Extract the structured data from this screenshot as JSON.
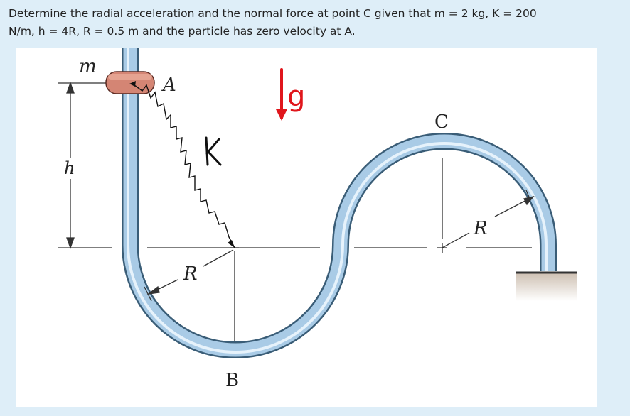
{
  "question": {
    "line1": "Determine the radial acceleration and the normal force at point C given that m = 2 kg, K = 200",
    "line2": "N/m, h = 4R, R = 0.5 m and the particle has zero velocity at A."
  },
  "figure": {
    "labels": {
      "mass": "m",
      "point_a": "A",
      "point_b": "B",
      "point_c": "C",
      "height": "h",
      "radius_left": "R",
      "radius_right": "R",
      "spring_constant": "K",
      "gravity": "g"
    },
    "colors": {
      "tube_outline": "#3a5d77",
      "tube_fill": "#a9cbe6",
      "collar": "#d48574",
      "annotation_red": "#e0161c",
      "ground": "#cdbfb1"
    }
  }
}
